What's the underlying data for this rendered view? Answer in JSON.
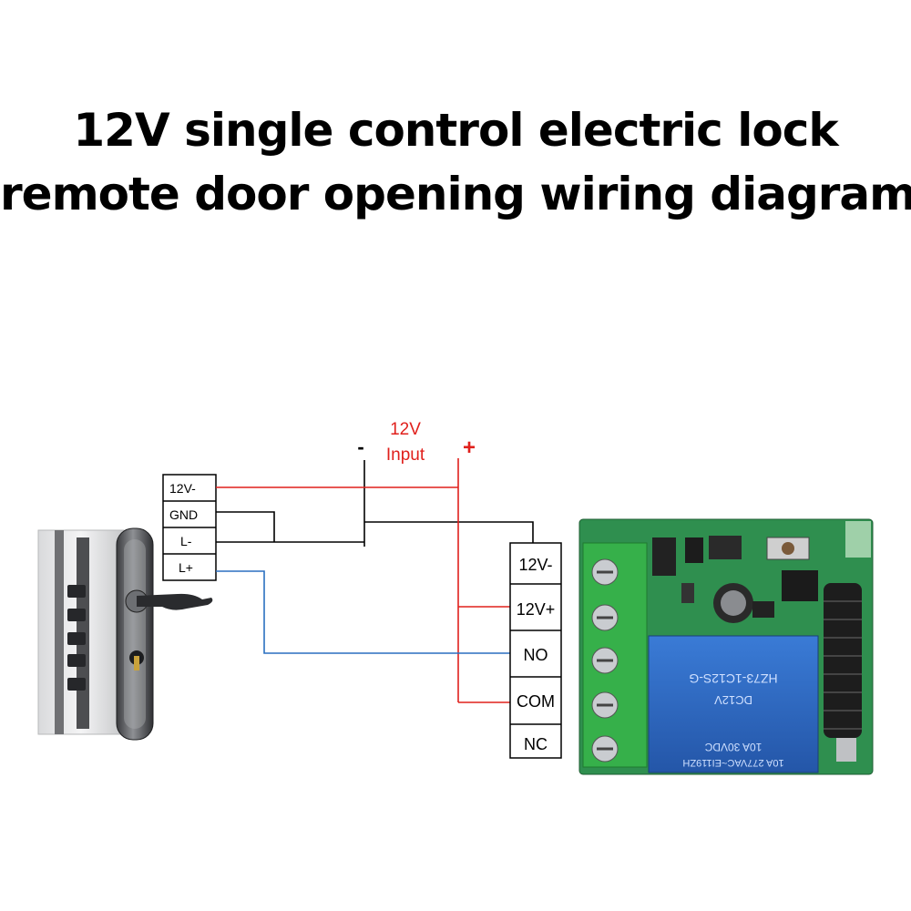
{
  "title": {
    "line1": "12V single control electric lock",
    "line2": "remote door opening wiring diagram"
  },
  "power_input": {
    "minus_sign": "-",
    "plus_sign": "+",
    "voltage_label": "12V",
    "input_label": "Input"
  },
  "lock_terminals": [
    "12V-",
    "GND",
    "L-",
    "L+"
  ],
  "relay_terminals": [
    "12V-",
    "12V+",
    "NO",
    "COM",
    "NC"
  ],
  "relay_markings": {
    "line1": "10A 277VAC~EI119ZH",
    "line2": "10A 30VDC",
    "line3": "DC12V",
    "line4": "HZ73-1C12S-G"
  },
  "colors": {
    "positive_wire": "#e0201c",
    "signal_wire": "#2a6fc0",
    "ground_wire": "#000000",
    "pcb_green": "#2f8f4f",
    "terminal_green": "#36b04a",
    "relay_blue": "#2f6cc9"
  }
}
